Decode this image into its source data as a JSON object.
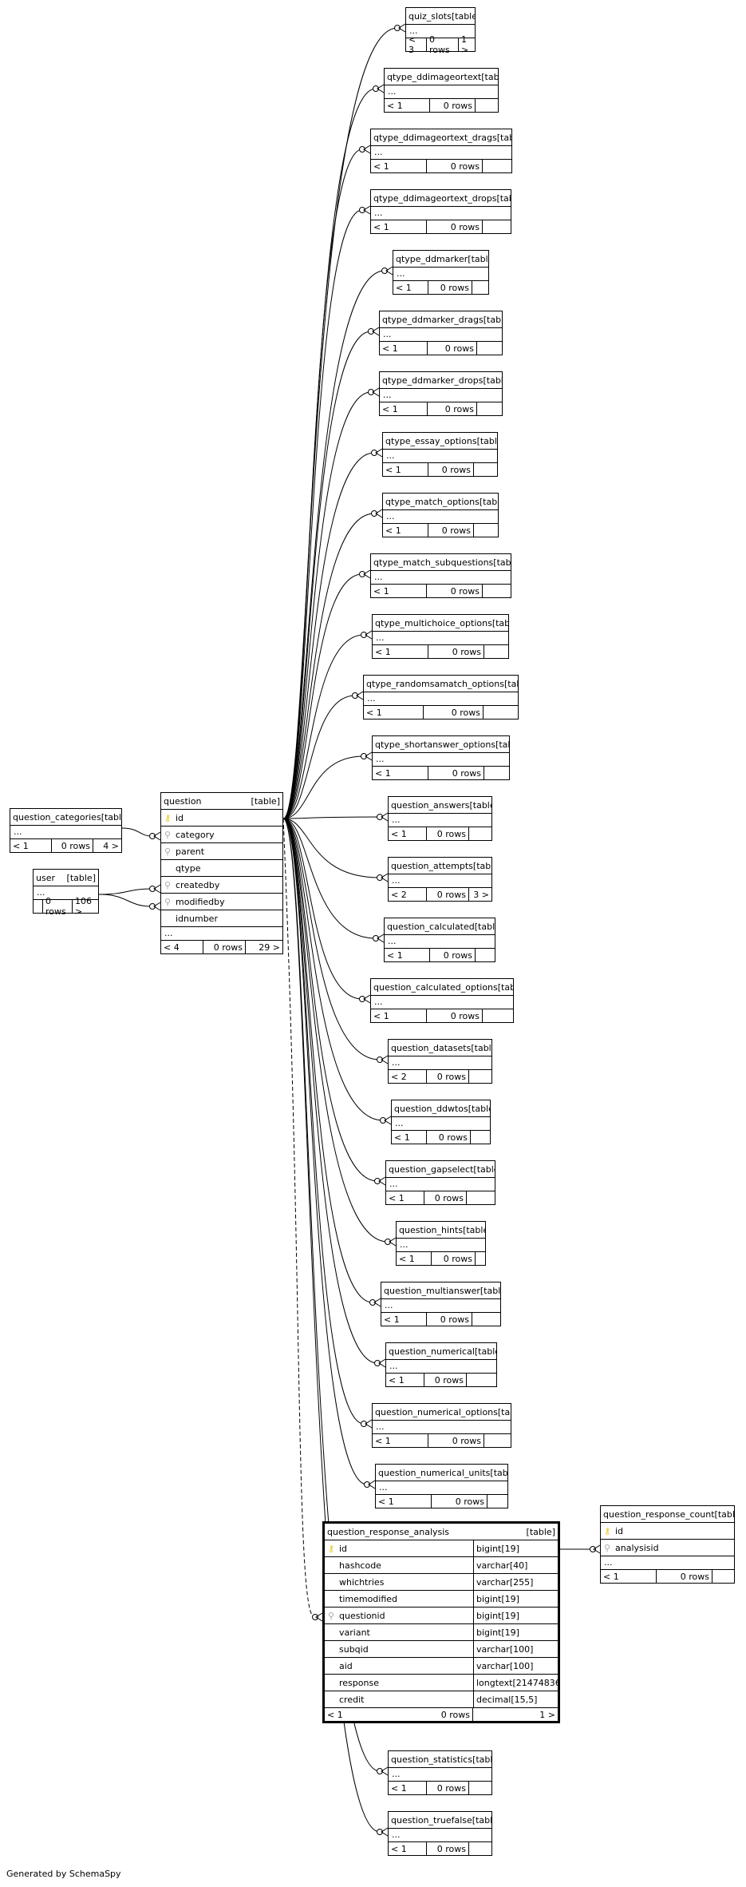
{
  "generated_by": "Generated by SchemaSpy",
  "tag_table": "[table]",
  "ellipsis": "...",
  "question": {
    "name": "question",
    "columns": [
      "id",
      "category",
      "parent",
      "qtype",
      "createdby",
      "modifiedby",
      "idnumber"
    ],
    "key": [
      "pk",
      "fk",
      "fk",
      "",
      "fk",
      "fk",
      ""
    ],
    "footer": [
      "< 4",
      "0 rows",
      "29 >"
    ]
  },
  "question_categories": {
    "name": "question_categories",
    "footer": [
      "< 1",
      "0 rows",
      "4 >"
    ]
  },
  "user": {
    "name": "user",
    "footer": [
      "",
      "0 rows",
      "106 >"
    ]
  },
  "qra": {
    "name": "question_response_analysis",
    "columns": [
      {
        "name": "id",
        "type": "bigint[19]",
        "key": "pk"
      },
      {
        "name": "hashcode",
        "type": "varchar[40]",
        "key": ""
      },
      {
        "name": "whichtries",
        "type": "varchar[255]",
        "key": ""
      },
      {
        "name": "timemodified",
        "type": "bigint[19]",
        "key": ""
      },
      {
        "name": "questionid",
        "type": "bigint[19]",
        "key": "fk"
      },
      {
        "name": "variant",
        "type": "bigint[19]",
        "key": ""
      },
      {
        "name": "subqid",
        "type": "varchar[100]",
        "key": ""
      },
      {
        "name": "aid",
        "type": "varchar[100]",
        "key": ""
      },
      {
        "name": "response",
        "type": "longtext[2147483647]",
        "key": ""
      },
      {
        "name": "credit",
        "type": "decimal[15,5]",
        "key": ""
      }
    ],
    "footer": [
      "< 1",
      "0 rows",
      "1 >"
    ]
  },
  "qrc": {
    "name": "question_response_count",
    "columns": [
      {
        "name": "id",
        "key": "pk"
      },
      {
        "name": "analysisid",
        "key": "fk"
      }
    ],
    "footer": [
      "< 1",
      "0 rows",
      ""
    ]
  },
  "children": [
    {
      "name": "quiz_slots",
      "footer": [
        "< 3",
        "0 rows",
        "1 >"
      ]
    },
    {
      "name": "qtype_ddimageortext",
      "footer": [
        "< 1",
        "0 rows",
        ""
      ]
    },
    {
      "name": "qtype_ddimageortext_drags",
      "footer": [
        "< 1",
        "0 rows",
        ""
      ]
    },
    {
      "name": "qtype_ddimageortext_drops",
      "footer": [
        "< 1",
        "0 rows",
        ""
      ]
    },
    {
      "name": "qtype_ddmarker",
      "footer": [
        "< 1",
        "0 rows",
        ""
      ]
    },
    {
      "name": "qtype_ddmarker_drags",
      "footer": [
        "< 1",
        "0 rows",
        ""
      ]
    },
    {
      "name": "qtype_ddmarker_drops",
      "footer": [
        "< 1",
        "0 rows",
        ""
      ]
    },
    {
      "name": "qtype_essay_options",
      "footer": [
        "< 1",
        "0 rows",
        ""
      ]
    },
    {
      "name": "qtype_match_options",
      "footer": [
        "< 1",
        "0 rows",
        ""
      ]
    },
    {
      "name": "qtype_match_subquestions",
      "footer": [
        "< 1",
        "0 rows",
        ""
      ]
    },
    {
      "name": "qtype_multichoice_options",
      "footer": [
        "< 1",
        "0 rows",
        ""
      ]
    },
    {
      "name": "qtype_randomsamatch_options",
      "footer": [
        "< 1",
        "0 rows",
        ""
      ]
    },
    {
      "name": "qtype_shortanswer_options",
      "footer": [
        "< 1",
        "0 rows",
        ""
      ]
    },
    {
      "name": "question_answers",
      "footer": [
        "< 1",
        "0 rows",
        ""
      ]
    },
    {
      "name": "question_attempts",
      "footer": [
        "< 2",
        "0 rows",
        "3 >"
      ]
    },
    {
      "name": "question_calculated",
      "footer": [
        "< 1",
        "0 rows",
        ""
      ]
    },
    {
      "name": "question_calculated_options",
      "footer": [
        "< 1",
        "0 rows",
        ""
      ]
    },
    {
      "name": "question_datasets",
      "footer": [
        "< 2",
        "0 rows",
        ""
      ]
    },
    {
      "name": "question_ddwtos",
      "footer": [
        "< 1",
        "0 rows",
        ""
      ]
    },
    {
      "name": "question_gapselect",
      "footer": [
        "< 1",
        "0 rows",
        ""
      ]
    },
    {
      "name": "question_hints",
      "footer": [
        "< 1",
        "0 rows",
        ""
      ]
    },
    {
      "name": "question_multianswer",
      "footer": [
        "< 1",
        "0 rows",
        ""
      ]
    },
    {
      "name": "question_numerical",
      "footer": [
        "< 1",
        "0 rows",
        ""
      ]
    },
    {
      "name": "question_numerical_options",
      "footer": [
        "< 1",
        "0 rows",
        ""
      ]
    },
    {
      "name": "question_numerical_units",
      "footer": [
        "< 1",
        "0 rows",
        ""
      ]
    },
    {
      "name": "question_statistics",
      "footer": [
        "< 1",
        "0 rows",
        ""
      ]
    },
    {
      "name": "question_truefalse",
      "footer": [
        "< 1",
        "0 rows",
        ""
      ]
    }
  ]
}
